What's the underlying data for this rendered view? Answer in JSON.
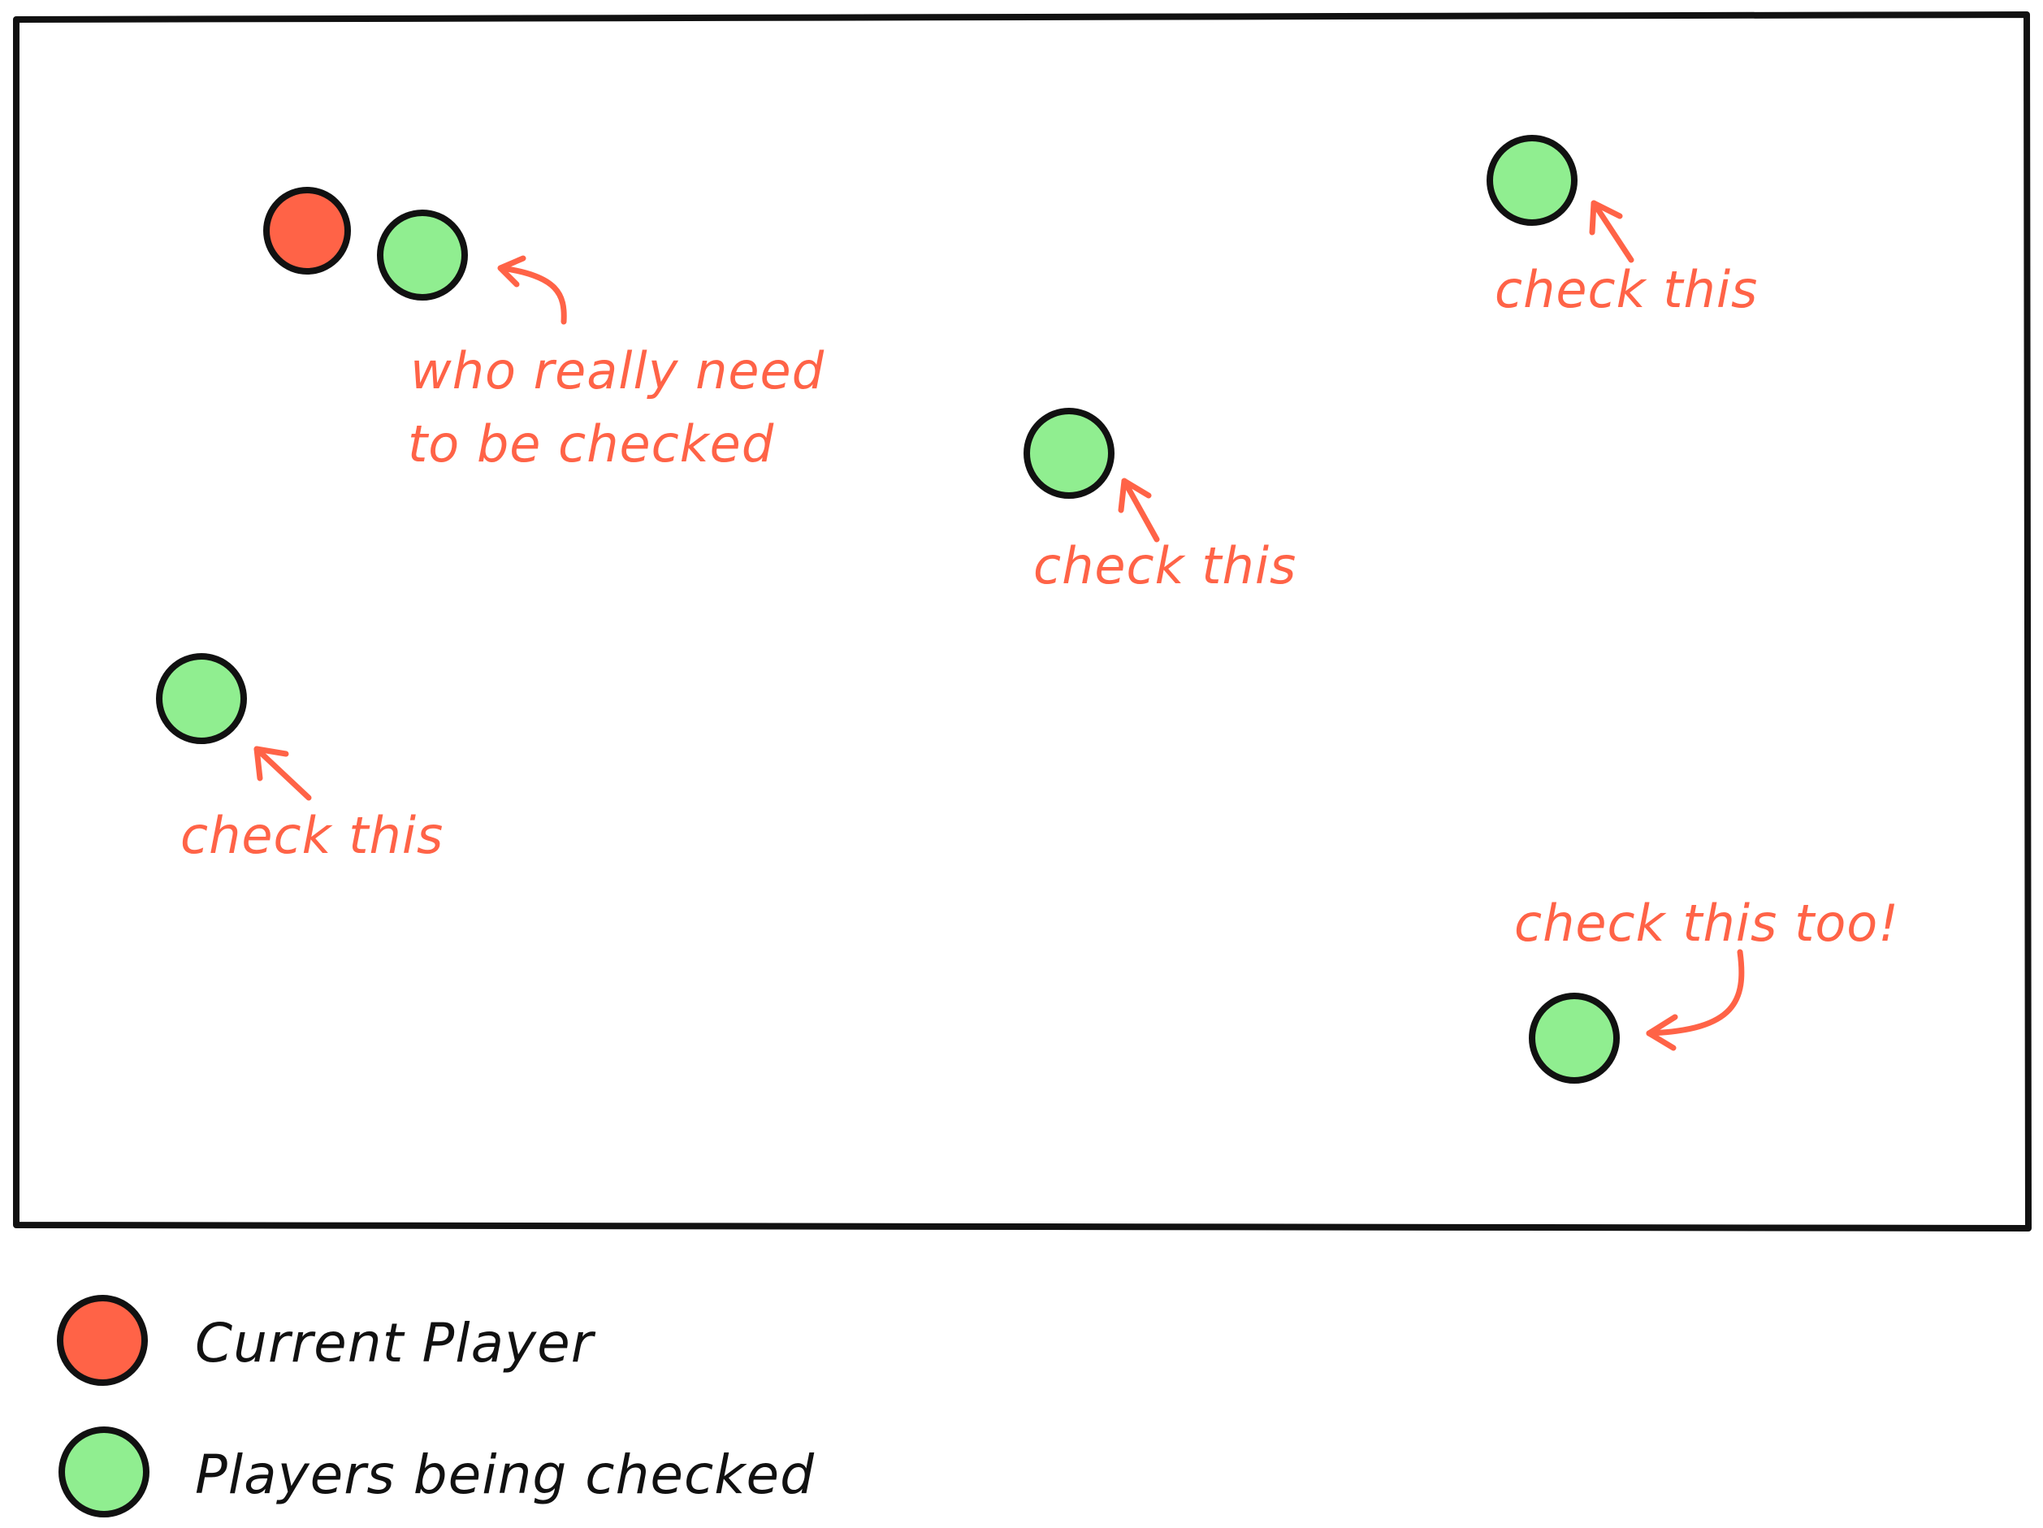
{
  "colors": {
    "current_player": "#ff6347",
    "checked_player": "#90ee90",
    "annotation": "#ff6347",
    "outline": "#111111"
  },
  "annotations": {
    "top_left_line1": "who really need",
    "top_left_line2": "to be checked",
    "top_right": "check this",
    "center": "check this",
    "left": "check this",
    "bottom_right": "check this too!"
  },
  "legend": {
    "current_player": "Current Player",
    "players_being_checked": "Players being checked"
  }
}
